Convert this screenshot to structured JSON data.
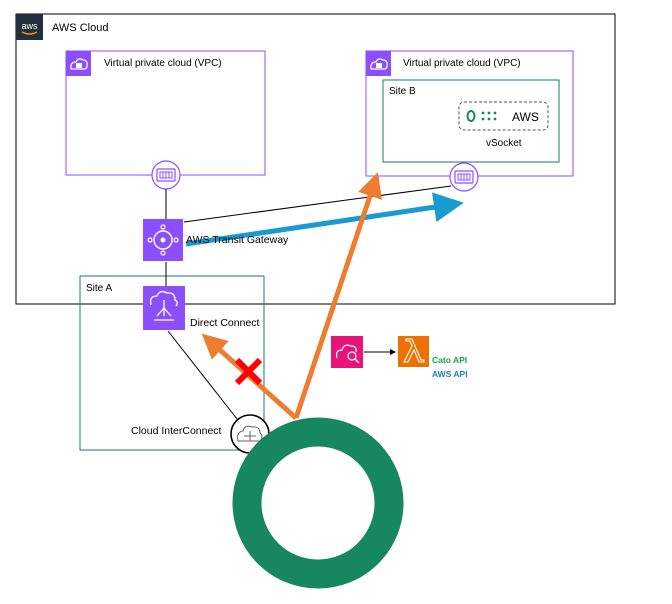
{
  "aws_cloud": {
    "badge": "aws",
    "label": "AWS Cloud"
  },
  "vpc_left": {
    "label": "Virtual private cloud (VPC)",
    "icon": "vpc-cloud-lock-icon",
    "endpoint_icon": "vpc-router-icon"
  },
  "vpc_right": {
    "label": "Virtual private cloud (VPC)",
    "icon": "vpc-cloud-lock-icon",
    "endpoint_icon": "vpc-router-icon"
  },
  "site_b": {
    "label": "Site B",
    "socket_text": "AWS",
    "socket_label": "vSocket"
  },
  "transit_gateway": {
    "label": "AWS Transit Gateway",
    "icon": "transit-gateway-icon"
  },
  "site_a": {
    "label": "Site A"
  },
  "direct_connect": {
    "label": "Direct Connect",
    "icon": "direct-connect-icon"
  },
  "cloud_interconnect": {
    "label": "Cloud InterConnect",
    "icon": "cloud-interconnect-icon"
  },
  "monitoring": {
    "icon": "cloud-search-icon",
    "lambda_icon": "lambda-icon",
    "api_1": "Cato API",
    "api_2": "AWS API"
  },
  "colors": {
    "vpc_border": "#8c4fff",
    "site_border": "#147a6b",
    "aws_icon_purple": "#8c4fff",
    "arrow_blue": "#1a9bd0",
    "arrow_orange": "#ed7d31",
    "ring_green": "#16875e",
    "fail_red": "#ff0000",
    "monitor_pink": "#e7157b",
    "lambda_orange": "#ed7100",
    "api_green": "#16a34a",
    "api_blue": "#1a7fc0"
  }
}
